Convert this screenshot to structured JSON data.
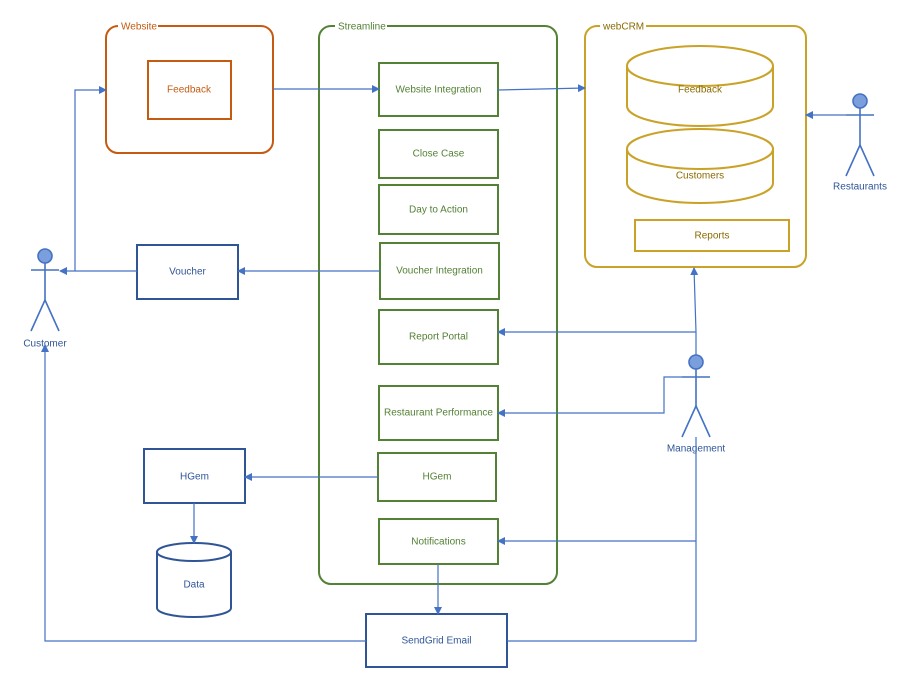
{
  "colors": {
    "website": "#c55a11",
    "streamline": "#538135",
    "webcrm": "#c9a227",
    "blue": "#2f5597",
    "arrow": "#4472c4",
    "actor": "#4472c4"
  },
  "groups": {
    "website": "Website",
    "streamline": "Streamline",
    "webcrm": "webCRM"
  },
  "website": {
    "feedback": "Feedback"
  },
  "streamline": {
    "website_integration": "Website Integration",
    "close_case": "Close Case",
    "day_to_action": "Day to Action",
    "voucher_integration": "Voucher Integration",
    "report_portal": "Report Portal",
    "restaurant_performance": "Restaurant Performance",
    "hgem": "HGem",
    "notifications": "Notifications"
  },
  "webcrm": {
    "feedback_db": "Feedback",
    "customers_db": "Customers",
    "reports": "Reports"
  },
  "external": {
    "voucher": "Voucher",
    "hgem": "HGem",
    "data": "Data",
    "sendgrid": "SendGrid Email"
  },
  "actors": {
    "customer": "Customer",
    "restaurants": "Restaurants",
    "management": "Management"
  }
}
